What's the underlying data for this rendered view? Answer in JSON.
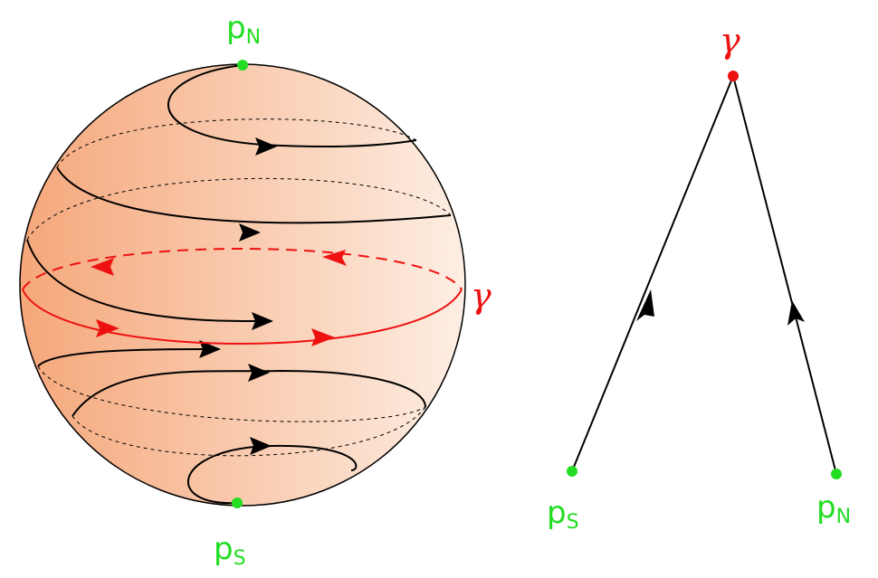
{
  "labels": {
    "north": {
      "main": "p",
      "sub": "N"
    },
    "south": {
      "main": "p",
      "sub": "S"
    },
    "orbit": "γ"
  },
  "colors": {
    "fixed_point": "#22dd22",
    "orbit": "#ee1111",
    "flow": "#000000",
    "sphere_dark": "#f5a77a",
    "sphere_light": "#fdeee3"
  }
}
